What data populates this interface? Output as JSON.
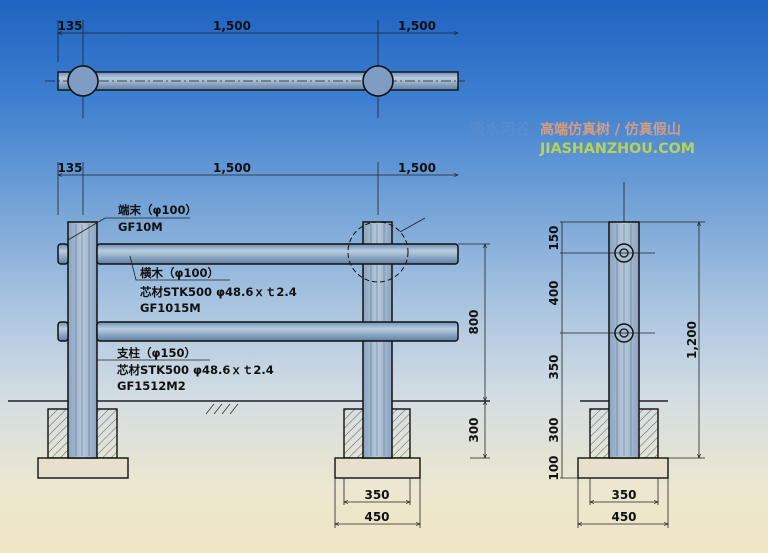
{
  "plan_view": {
    "dims": [
      "135",
      "1,500",
      "1,500"
    ]
  },
  "front_elevation": {
    "dims_top": [
      "135",
      "1,500",
      "1,500"
    ],
    "dim_rail_height": "800",
    "dim_embed": "300",
    "dim_footing_inner": "350",
    "dim_footing_outer": "450",
    "end_cap": {
      "title": "端末（φ100）",
      "code": "GF10M"
    },
    "rail": {
      "title": "横木（φ100）",
      "core": "芯材STK500 φ48.6ｘｔ2.4",
      "code": "GF1015M"
    },
    "post": {
      "title": "支柱（φ150）",
      "core": "芯材STK500 φ48.6ｘｔ2.4",
      "code": "GF1512M2"
    }
  },
  "side_elevation": {
    "dims_left": [
      "150",
      "400",
      "350",
      "300",
      "100"
    ],
    "dim_total": "1,200",
    "dim_footing_inner": "350",
    "dim_footing_outer": "450"
  },
  "watermark": {
    "brand": "淡水河谷",
    "tagline": "高端仿真树 / 仿真假山",
    "site": "JIASHANZHOU.COM"
  },
  "colors": {
    "sky_top": "#1f63c2",
    "ground": "#efe6c4",
    "rail_fill": "#8fa9c8",
    "line": "#111111"
  }
}
